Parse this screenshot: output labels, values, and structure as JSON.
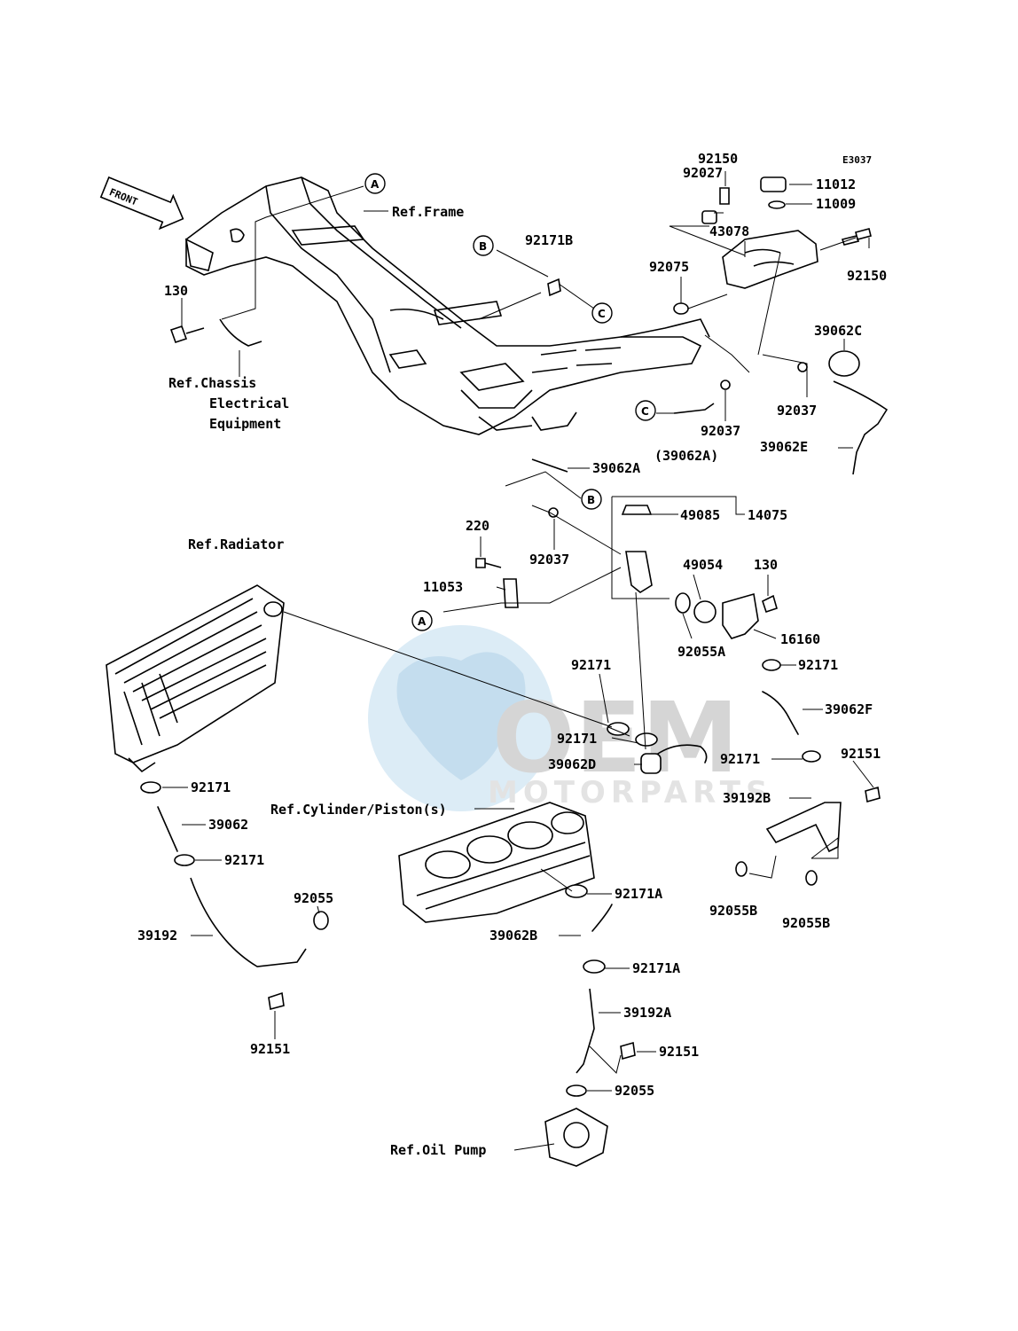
{
  "diagram_code": "E3037",
  "front_arrow_label": "FRONT",
  "watermark": {
    "main": "OEM",
    "sub": "MOTORPARTS"
  },
  "refs": {
    "frame": "Ref.Frame",
    "chassis_line1": "Ref.Chassis",
    "chassis_line2": "Electrical",
    "chassis_line3": "Equipment",
    "radiator": "Ref.Radiator",
    "cylinder": "Ref.Cylinder/Piston(s)",
    "oil_pump": "Ref.Oil Pump"
  },
  "callouts": {
    "A": "A",
    "B": "B",
    "C": "C"
  },
  "parts": {
    "p92150_top": "92150",
    "p92027": "92027",
    "p11012": "11012",
    "p11009": "11009",
    "p43078": "43078",
    "p92150_right": "92150",
    "p92171B": "92171B",
    "p92075": "92075",
    "p130_left": "130",
    "p39062C": "39062C",
    "p92037_right": "92037",
    "p92037_mid": "92037",
    "p39062A_paren": "(39062A)",
    "p39062E": "39062E",
    "p39062A": "39062A",
    "p220": "220",
    "p49085": "49085",
    "p14075": "14075",
    "p92037_low": "92037",
    "p49054": "49054",
    "p130_right": "130",
    "p11053": "11053",
    "p92055A": "92055A",
    "p16160": "16160",
    "p92171_r1": "92171",
    "p92171_c1": "92171",
    "p39062F": "39062F",
    "p92171_c2": "92171",
    "p39062D": "39062D",
    "p92171_r2": "92171",
    "p92151_r": "92151",
    "p39192B": "39192B",
    "p92171_l1": "92171",
    "p39062": "39062",
    "p92171_l2": "92171",
    "p92055": "92055",
    "p39192": "39192",
    "p92151_l": "92151",
    "p92171A_1": "92171A",
    "p39062B": "39062B",
    "p92171A_2": "92171A",
    "p39192A": "39192A",
    "p92151_c": "92151",
    "p92055_c": "92055",
    "p92055B_1": "92055B",
    "p92055B_2": "92055B"
  }
}
